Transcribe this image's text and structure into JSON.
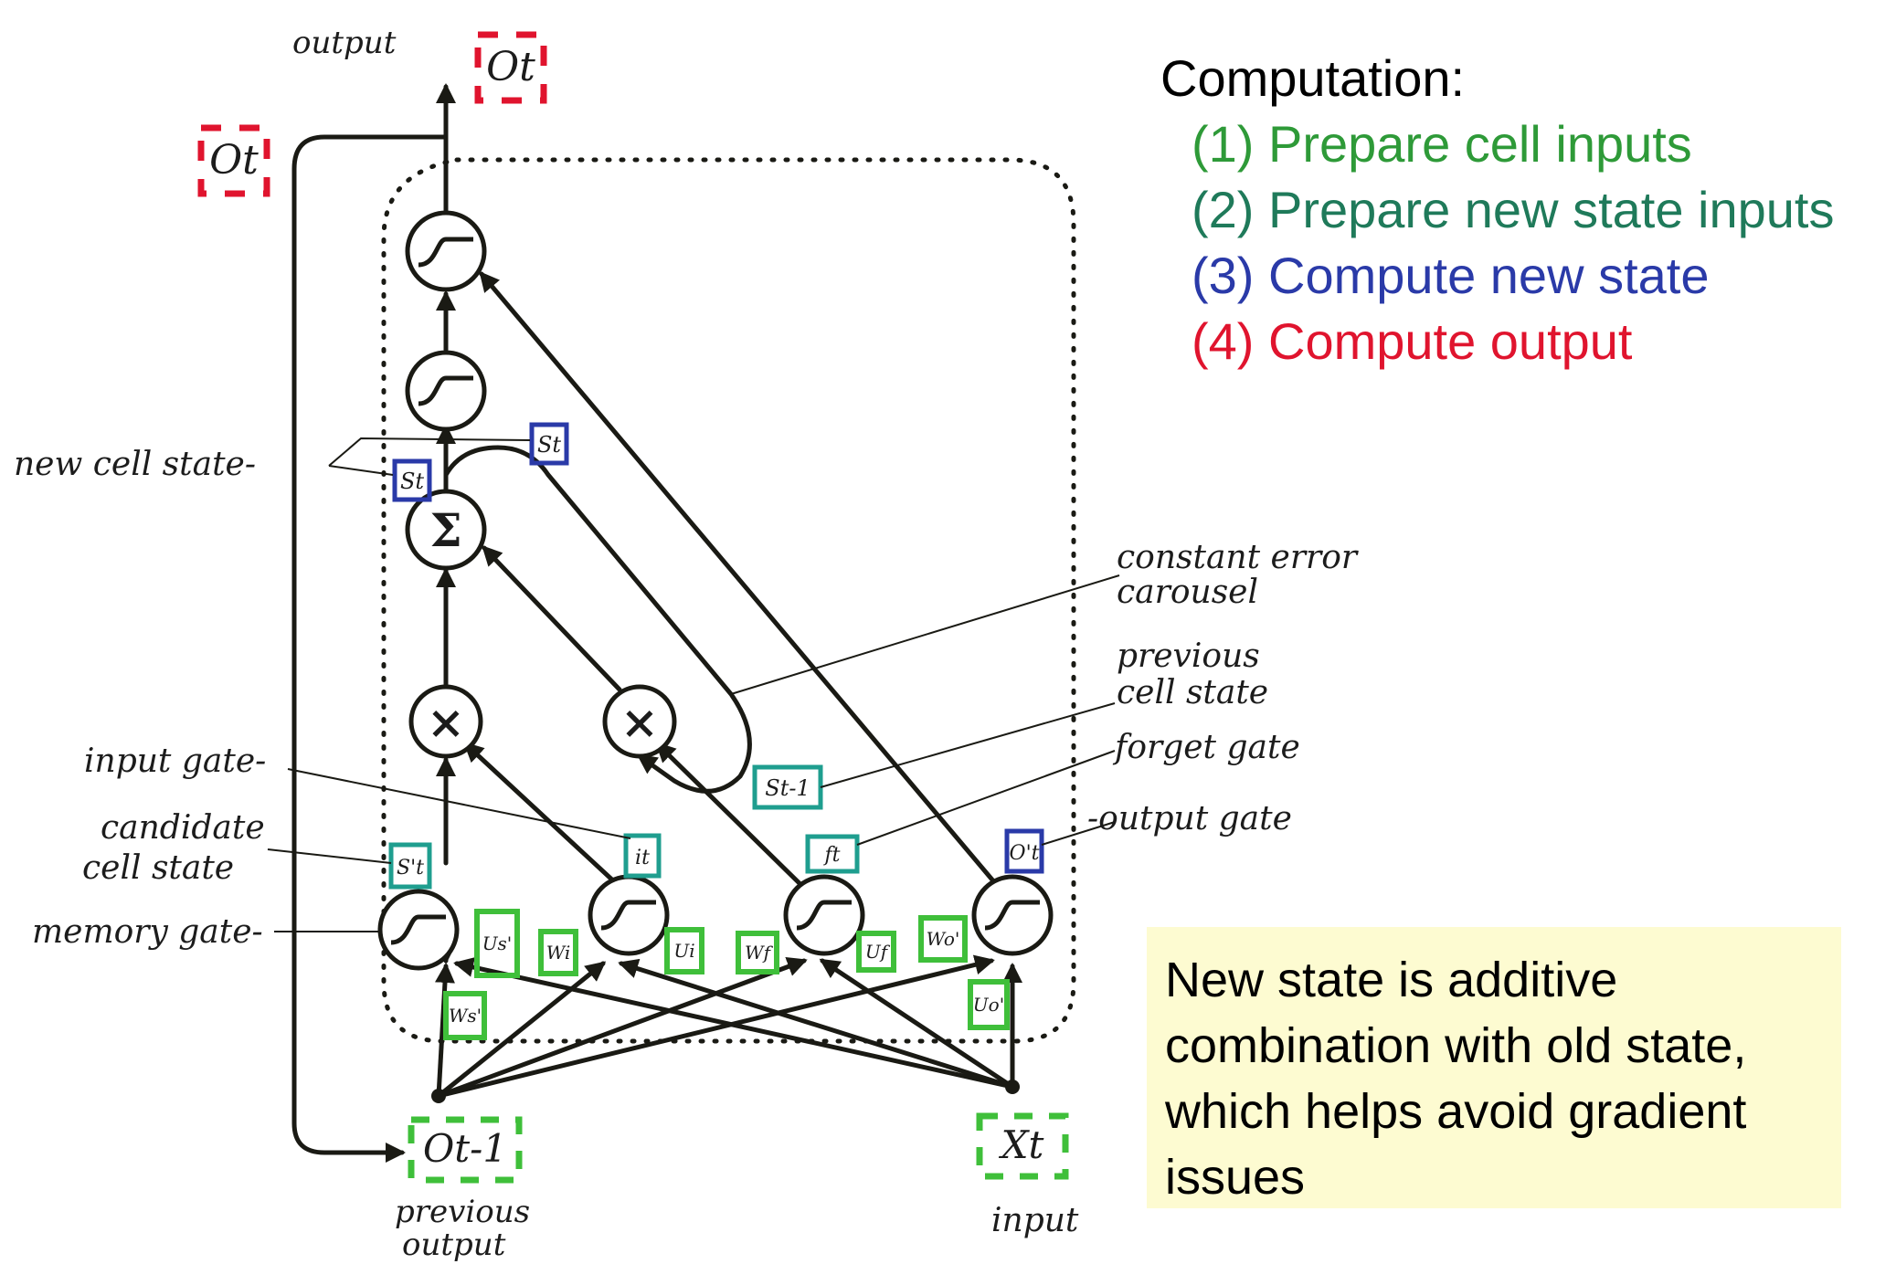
{
  "legend": {
    "title": "Computation:",
    "steps": [
      {
        "text": "(1) Prepare cell inputs",
        "color": "#2e9a38"
      },
      {
        "text": "(2) Prepare new state inputs",
        "color": "#1f7a5a"
      },
      {
        "text": "(3) Compute new state",
        "color": "#2a3aa8"
      },
      {
        "text": "(4) Compute output",
        "color": "#e0142e"
      }
    ]
  },
  "note": "New state is additive combination with old state, which helps avoid gradient issues",
  "diagram": {
    "labels": {
      "output": "output",
      "new_cell_state": "new cell state-",
      "input_gate": "input gate-",
      "candidate_line1": "candidate",
      "candidate_line2": "cell state",
      "memory_gate": "memory gate-",
      "constant_line1": "constant error",
      "constant_line2": "carousel",
      "previous_cell_line1": "previous",
      "previous_cell_line2": "cell state",
      "forget_gate": "forget gate",
      "output_gate": "-output gate",
      "previous_output_line1": "previous",
      "previous_output_line2": "output",
      "input": "input"
    },
    "node_symbols": {
      "sum": "Σ",
      "multiply": "×"
    },
    "boxes": {
      "o_t_top": "Ot",
      "o_t_feedback": "Ot",
      "s_t_left": "St",
      "s_t_right": "St",
      "s_prev": "St-1",
      "s_cand": "S't",
      "i_t": "it",
      "f_t": "ft",
      "o_gate": "O't",
      "o_prev": "Ot-1",
      "x_t": "Xt",
      "u_s": "Us'",
      "w_i": "Wi",
      "u_i": "Ui",
      "w_f": "Wf",
      "u_f": "Uf",
      "w_o": "Wo'",
      "w_s": "Ws'",
      "u_o": "Uo'"
    },
    "colors": {
      "red": "#e0142e",
      "blue": "#2a3aa8",
      "teal": "#1f9e8f",
      "green": "#3fbf3a",
      "ink": "#1a1a14"
    }
  }
}
